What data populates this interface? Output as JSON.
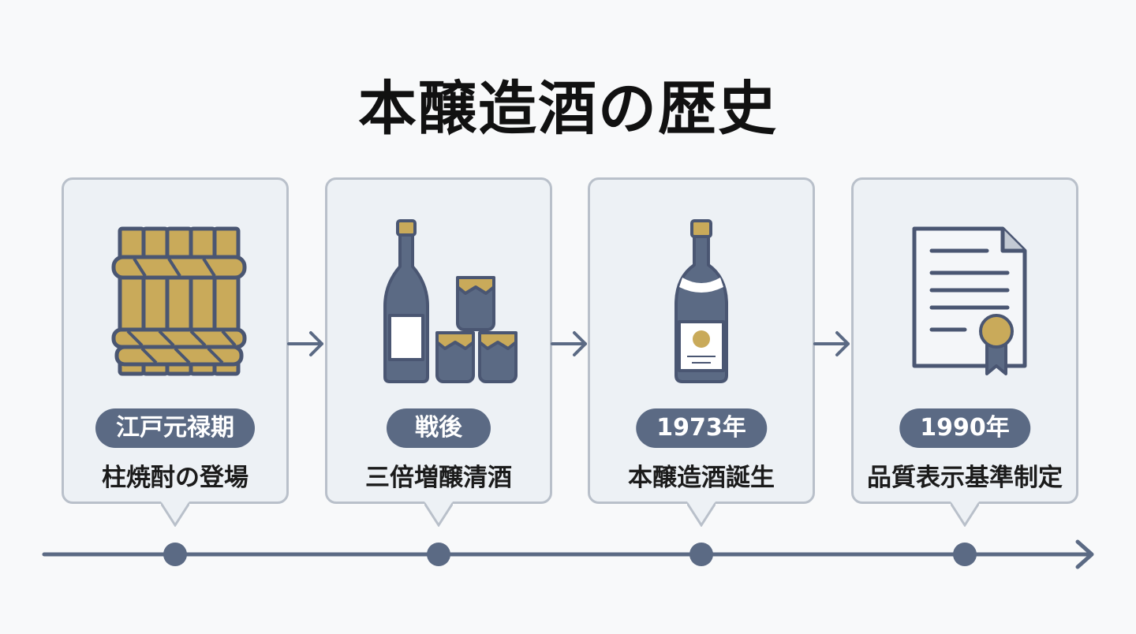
{
  "title": "本醸造酒の歴史",
  "colors": {
    "accent": "#5b6a84",
    "gold": "#c9aa5a",
    "card_bg": "#edf1f5",
    "card_border": "#b9c0ca"
  },
  "events": [
    {
      "period": "江戸元禄期",
      "label": "柱焼酎の登場",
      "icon": "wooden-barrel-icon"
    },
    {
      "period": "戦後",
      "label": "三倍増醸清酒",
      "icon": "bottle-and-jars-icon"
    },
    {
      "period": "1973年",
      "label": "本醸造酒誕生",
      "icon": "sake-bottle-icon"
    },
    {
      "period": "1990年",
      "label": "品質表示基準制定",
      "icon": "certificate-document-icon"
    }
  ]
}
